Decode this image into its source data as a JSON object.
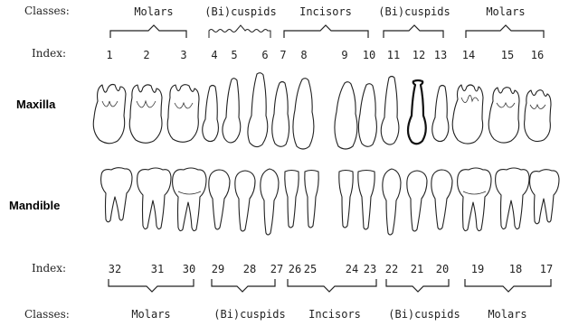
{
  "labels": {
    "classes_top": "Classes:",
    "index_top": "Index:",
    "maxilla": "Maxilla",
    "mandible": "Mandible",
    "index_bottom": "Index:",
    "classes_bottom": "Classes:"
  },
  "top_classes": [
    "Molars",
    "(Bi)cuspids",
    "Incisors",
    "(Bi)cuspids",
    "Molars"
  ],
  "top_index": [
    "1",
    "2",
    "3",
    "4",
    "5",
    "6",
    "7",
    "8",
    "9",
    "10",
    "11",
    "12",
    "13",
    "14",
    "15",
    "16"
  ],
  "bottom_index": [
    "32",
    "31",
    "30",
    "29",
    "28",
    "27",
    "26",
    "25",
    "24",
    "23",
    "22",
    "21",
    "20",
    "19",
    "18",
    "17"
  ],
  "bottom_classes": [
    "Molars",
    "(Bi)cuspids",
    "Incisors",
    "(Bi)cuspids",
    "Molars"
  ]
}
